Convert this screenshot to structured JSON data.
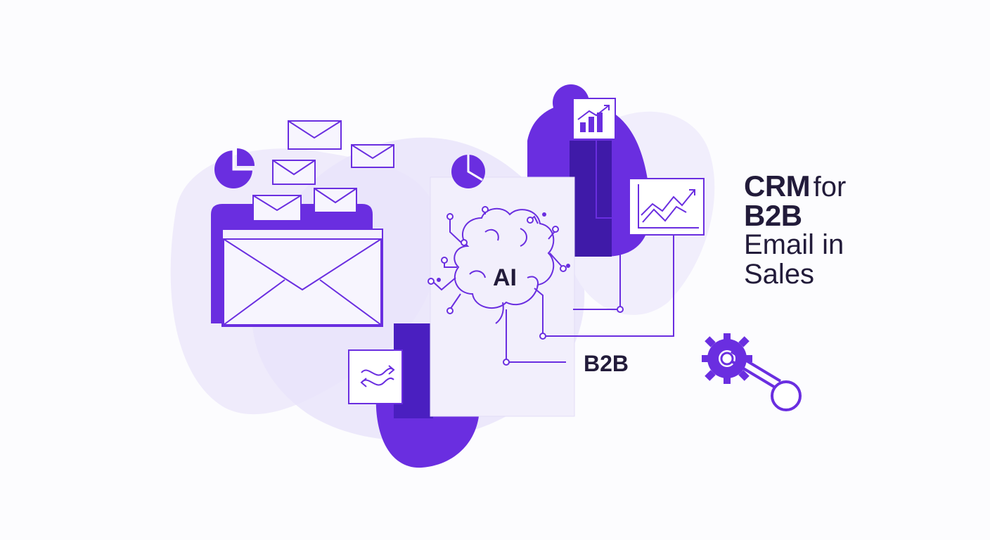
{
  "title": {
    "line1_bold": "CRM",
    "line1_light": "for",
    "line2": "B2B",
    "line3": "Email in",
    "line4": "Sales"
  },
  "labels": {
    "brain": "AI",
    "network": "B2B"
  },
  "colors": {
    "accent": "#6a2ee0",
    "accent_dark": "#3f1aa8",
    "lavender": "#ece8fb",
    "lavender_mid": "#ddd5f7",
    "text": "#221b3a"
  },
  "icons": [
    "pie-chart-icon",
    "envelope-icon",
    "folder-icon",
    "brain-icon",
    "bar-chart-icon",
    "line-chart-icon",
    "sync-icon",
    "gear-icon",
    "key-icon"
  ]
}
